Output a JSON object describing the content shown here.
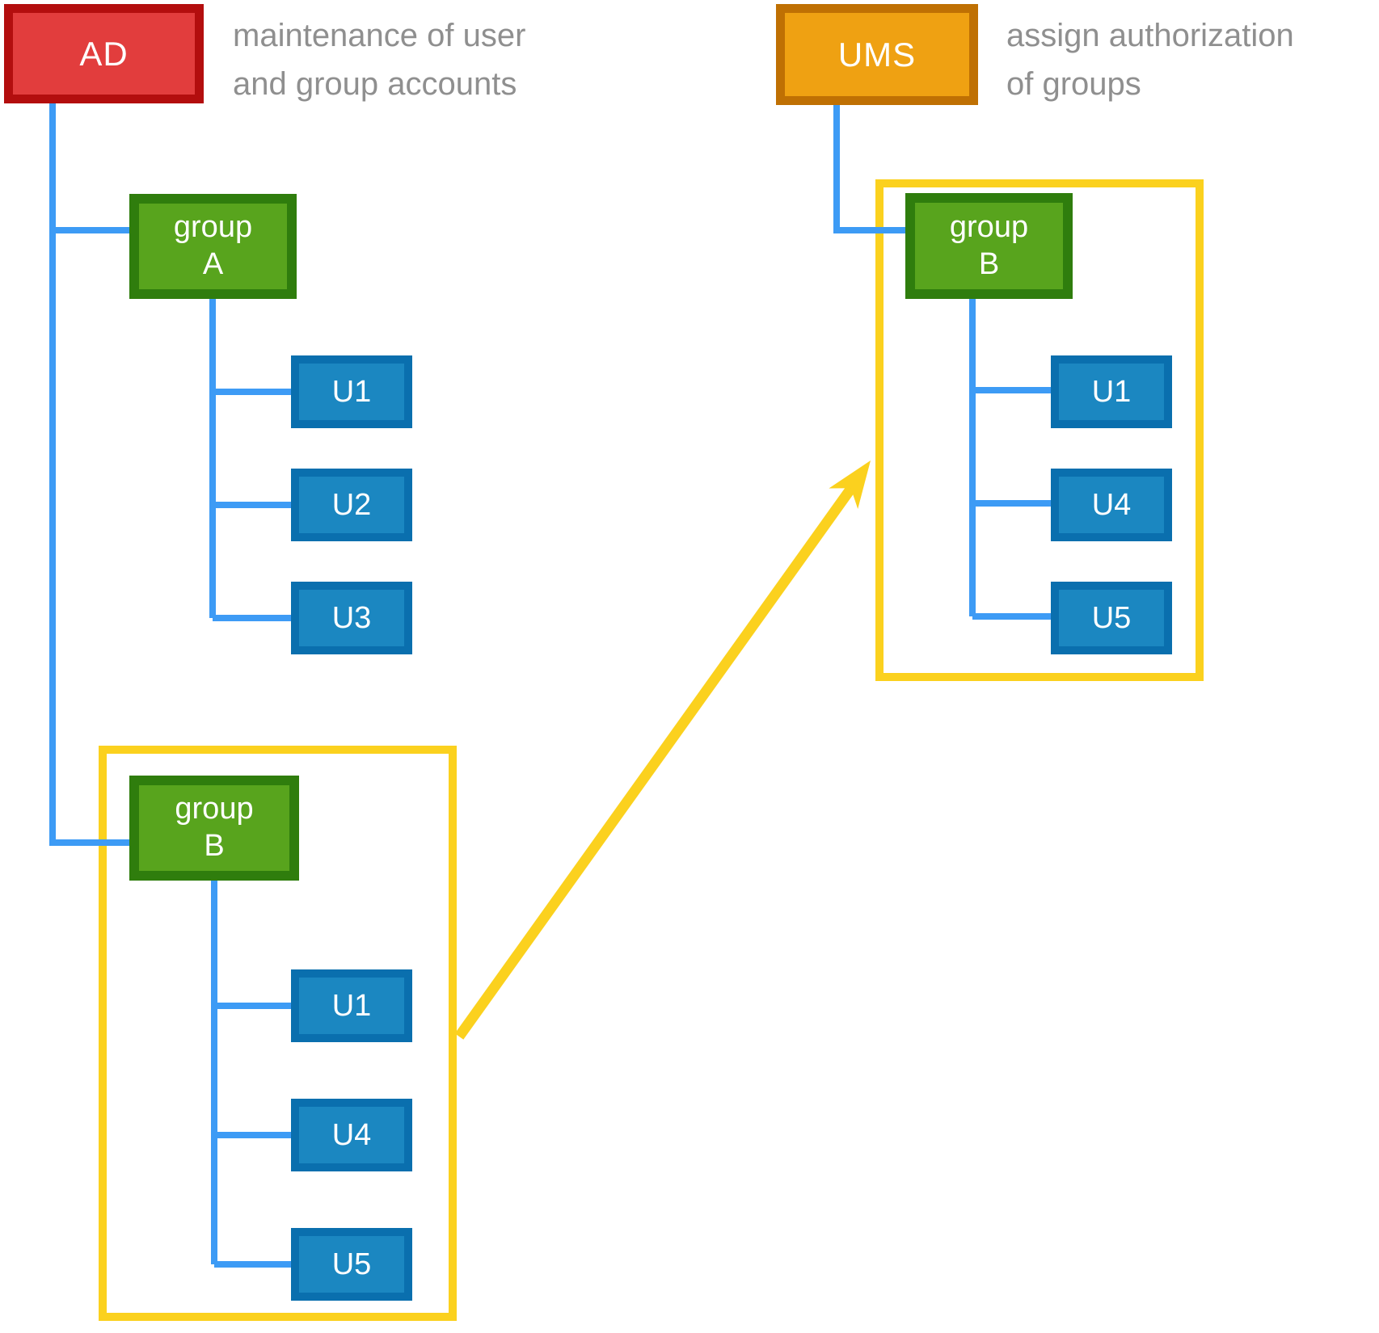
{
  "colors": {
    "red-fill": "#e23d3d",
    "red-border": "#b30e0e",
    "orange-fill": "#efa112",
    "orange-border": "#bf7003",
    "green-fill": "#58a41d",
    "green-border": "#2f7d0d",
    "blue-fill": "#1b87c1",
    "blue-border": "#0a6fae",
    "wire-blue": "#3d9bf5",
    "accent-yellow": "#fbd11e",
    "caption-gray": "#8f8f8f"
  },
  "nodes": {
    "ad": "AD",
    "ums": "UMS",
    "group_a": {
      "word": "group",
      "letter": "A"
    },
    "group_b_ad": {
      "word": "group",
      "letter": "B"
    },
    "group_b_ums": {
      "word": "group",
      "letter": "B"
    },
    "users_group_a": [
      "U1",
      "U2",
      "U3"
    ],
    "users_group_b_ad": [
      "U1",
      "U4",
      "U5"
    ],
    "users_group_b_ums": [
      "U1",
      "U4",
      "U5"
    ]
  },
  "captions": {
    "ad": [
      "maintenance of user",
      "and group accounts"
    ],
    "ums": [
      "assign authorization",
      "of groups"
    ]
  }
}
